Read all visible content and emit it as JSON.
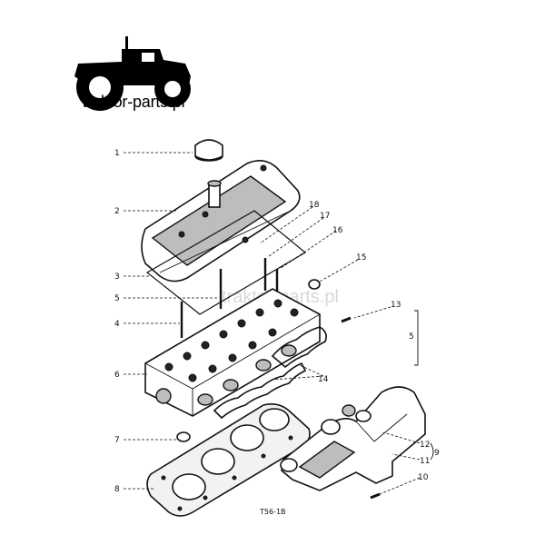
{
  "logo": {
    "text": "traktor-parts.pl",
    "icon": "tractor-icon"
  },
  "watermark": {
    "text": "traktor-parts.pl"
  },
  "figure_code": "T56-1B",
  "callouts": [
    "1",
    "2",
    "3",
    "4",
    "5",
    "6",
    "7",
    "8",
    "9",
    "10",
    "11",
    "12",
    "13",
    "14",
    "15",
    "16",
    "17",
    "18"
  ],
  "side_mark": "5"
}
